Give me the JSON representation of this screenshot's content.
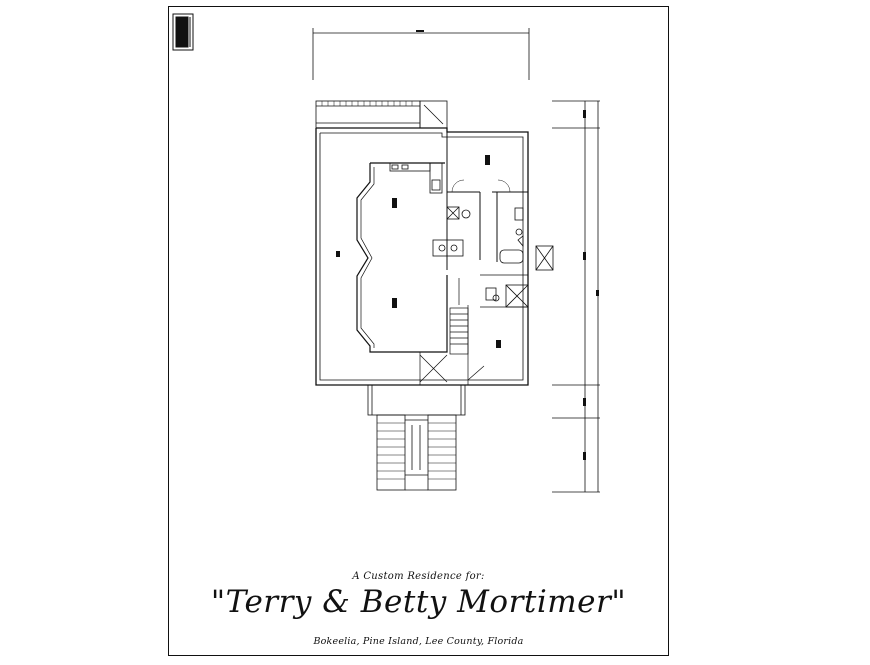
{
  "subtitle": "A Custom Residence for:",
  "title": "\"Terry & Betty Mortimer\"",
  "location": "Bokeelia, Pine Island, Lee County, Florida"
}
